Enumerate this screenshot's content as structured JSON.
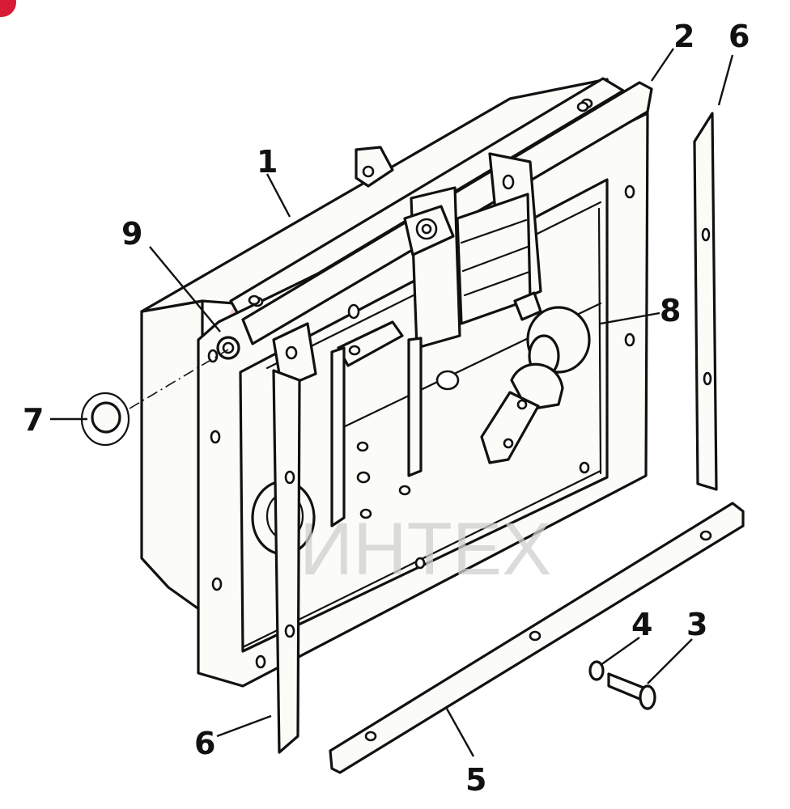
{
  "watermark": {
    "text": "ИНТЕХ",
    "emblem_color": "#f05a5a",
    "text_color": "#cfcfcf"
  },
  "corner_badge_color": "#d81b36",
  "callouts": [
    {
      "id": "1",
      "label": "1"
    },
    {
      "id": "2",
      "label": "2"
    },
    {
      "id": "3",
      "label": "3"
    },
    {
      "id": "4",
      "label": "4"
    },
    {
      "id": "5",
      "label": "5"
    },
    {
      "id": "6a",
      "label": "6"
    },
    {
      "id": "6b",
      "label": "6"
    },
    {
      "id": "7",
      "label": "7"
    },
    {
      "id": "8",
      "label": "8"
    },
    {
      "id": "9",
      "label": "9"
    }
  ]
}
